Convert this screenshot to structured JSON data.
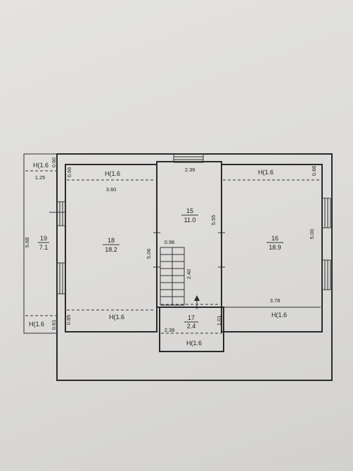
{
  "rooms": [
    {
      "id": "15",
      "number": "15",
      "area": "11.0"
    },
    {
      "id": "16",
      "number": "16",
      "area": "18.9"
    },
    {
      "id": "17",
      "number": "17",
      "area": "2.4"
    },
    {
      "id": "18",
      "number": "18",
      "area": "18.2"
    },
    {
      "id": "19",
      "number": "19",
      "area": "7.1"
    }
  ],
  "height_labels": [
    "H(1.6",
    "H(1.6",
    "H(1.6",
    "H(1.6",
    "H(1.6",
    "H(1.6",
    "H(1.6"
  ],
  "dimensions": {
    "d_239_top": "2.39",
    "d_239_bottom": "2.39",
    "d_360": "3.60",
    "d_378": "3.78",
    "d_125": "1.25",
    "d_066_left": "0.66",
    "d_066_right": "0.66",
    "d_060": "0.60",
    "d_061": "0.61",
    "d_085": "0.85",
    "d_101": "1.01",
    "d_096": "0.96",
    "d_240": "2.40",
    "d_506": "5.06",
    "d_555": "5.55",
    "d_500": "5.00",
    "d_568": "5.68"
  },
  "colors": {
    "line": "#2a2a2a",
    "paper": "#e0dfdd"
  }
}
